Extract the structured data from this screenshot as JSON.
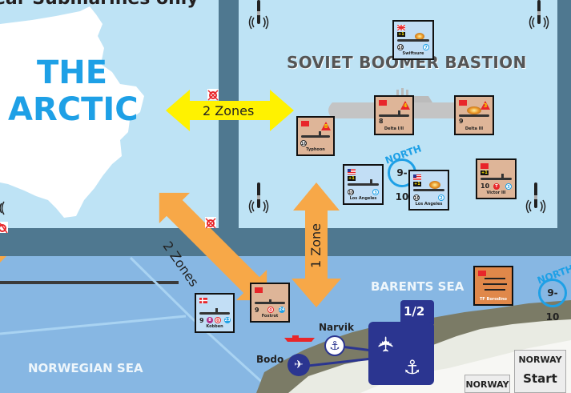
{
  "banner": {
    "text": "ear Submarines only"
  },
  "regions": {
    "arctic": {
      "title_line1": "THE",
      "title_line2": "ARCTIC"
    },
    "bastion": {
      "title": "SOVIET BOOMER BASTION"
    },
    "barents": {
      "title": "BARENTS SEA"
    },
    "norwegian": {
      "title": "NORWEGIAN SEA"
    }
  },
  "movement_arrows": [
    {
      "label": "2 Zones",
      "color": "#fff200",
      "restriction_icon": "no-submarine-icon"
    },
    {
      "label": "2 Zones",
      "color": "#f7a848",
      "restriction_icon": "no-submarine-icon"
    },
    {
      "label": "1 Zone",
      "color": "#f7a848"
    }
  ],
  "north_markers": [
    {
      "word": "NORTH",
      "value": "9-10"
    },
    {
      "word": "NORTH",
      "value": "9-10"
    }
  ],
  "counters": [
    {
      "name": "Swiftsure",
      "side": "NATO",
      "flag": "uk",
      "modifier": "+1",
      "attack": "10",
      "defense": "7",
      "damaged": true
    },
    {
      "name": "Typhoon",
      "side": "Soviet",
      "flag": "ussr",
      "threat": "8",
      "attack": "10"
    },
    {
      "name": "Delta I/II",
      "side": "Soviet",
      "flag": "ussr",
      "threat": "4",
      "attack": "8"
    },
    {
      "name": "Delta III",
      "side": "Soviet",
      "flag": "ussr",
      "threat": "3",
      "attack": "9",
      "damaged": true
    },
    {
      "name": "Los Angeles",
      "side": "NATO",
      "flag": "usa",
      "modifier": "+1",
      "attack": "10",
      "defense": "3"
    },
    {
      "name": "Los Angeles",
      "side": "NATO",
      "flag": "usa",
      "modifier": "+1",
      "attack": "10",
      "defense": "2",
      "damaged": true
    },
    {
      "name": "Victor III",
      "side": "Soviet",
      "flag": "ussr",
      "modifier": "+1",
      "attack": "10",
      "torpedo": "T",
      "defense": "3"
    },
    {
      "name": "Foxtrot",
      "side": "Soviet",
      "flag": "ussr",
      "attack": "9",
      "torpedo": "0",
      "defense": "24"
    },
    {
      "name": "Kobben",
      "side": "NATO",
      "flag": "denmark",
      "attack": "9",
      "sub": "8",
      "torpedo": "0",
      "defense": "23"
    },
    {
      "name": "TF Borodino",
      "side": "Soviet",
      "flag": "ussr"
    }
  ],
  "cities": [
    {
      "name": "Narvik",
      "icon": "anchor-icon"
    },
    {
      "name": "Bodo",
      "icon": "jet-icon"
    }
  ],
  "airbase": {
    "label": "1/2"
  },
  "norway_boxes": [
    {
      "label": "NORWAY"
    },
    {
      "label": "NORWAY",
      "sublabel": "Start"
    }
  ],
  "colors": {
    "ocean_light": "#bee3f5",
    "ocean_mid": "#87b7e3",
    "border_dark": "#4f7890",
    "soviet_counter": "#deb598",
    "nato_counter": "#c2def5",
    "navy": "#2b3590"
  }
}
